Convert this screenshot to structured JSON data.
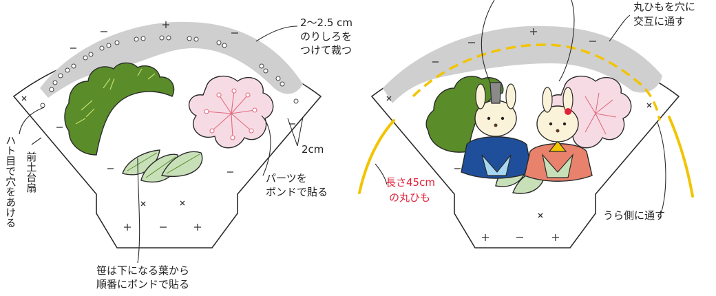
{
  "colors": {
    "outline": "#2a2a2a",
    "margin_gray": "#cfcfcf",
    "pine_green": "#5a8c2a",
    "plum_pink": "#f6dbe4",
    "leaf_green": "#c8e0b8",
    "cord_yellow": "#f2c400",
    "accent_red": "#e0223a"
  },
  "left": {
    "margin_note": [
      "2〜2.5 cm",
      "のりしろを",
      "つけて裁つ"
    ],
    "width_note": "2cm",
    "parts_note": [
      "パーツを",
      "ボンドで貼る"
    ],
    "leaf_note": [
      "笹は下になる葉から",
      "順番にボンドで貼る"
    ],
    "grommet_note": "ハト目で穴をあける",
    "base_note": "前土台扇"
  },
  "right": {
    "cord_note": [
      "丸ひもを穴に",
      "交互に通す"
    ],
    "cord_length": [
      "長さ45cm",
      "の丸ひも"
    ],
    "back_note": "うら側に通す"
  }
}
